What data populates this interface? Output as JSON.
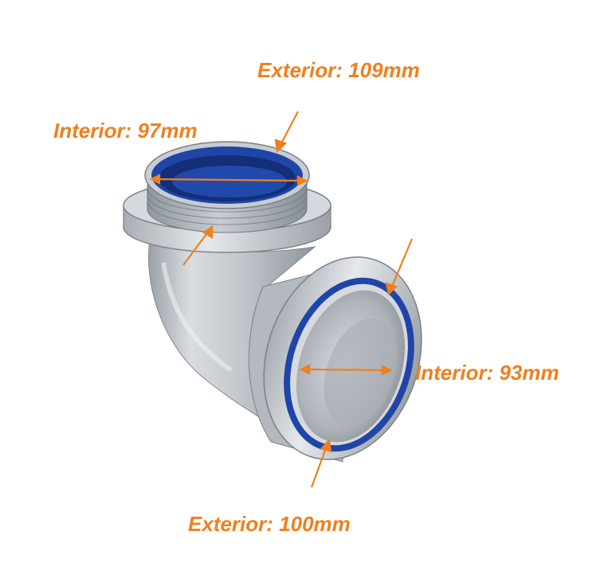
{
  "labels": {
    "exterior_top": "Exterior: 109mm",
    "interior_top": "Interior: 97mm",
    "interior_side": "Interior: 93mm",
    "exterior_bottom": "Exterior: 100mm"
  },
  "colors": {
    "annotation": "#f07f1e",
    "metal_light": "#dfe3e7",
    "metal_mid": "#b8bec5",
    "metal_dark": "#8d949b",
    "seal_blue": "#1f45a8",
    "seal_blue_dark": "#142f78",
    "background": "#ffffff"
  }
}
